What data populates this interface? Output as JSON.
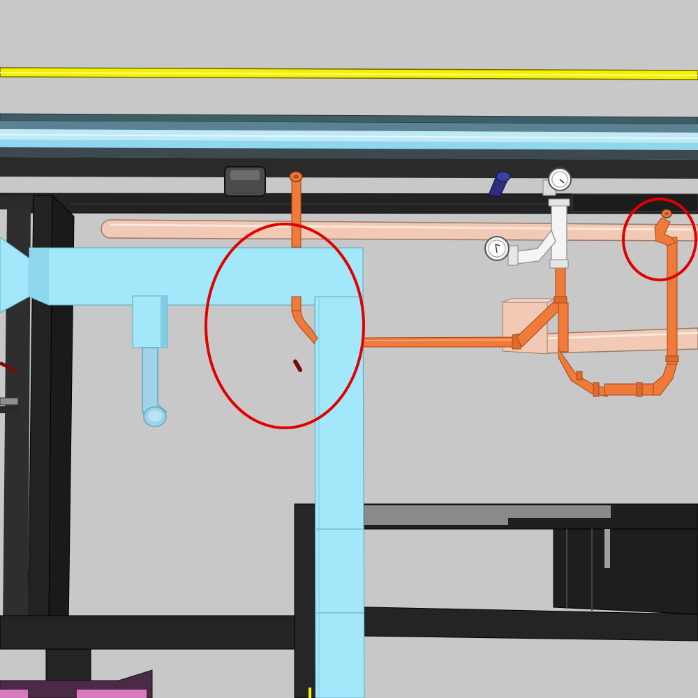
{
  "scene": {
    "kind": "3d-mep-model-viewport",
    "colors": {
      "background": "#c8c8c8",
      "gas_line": "#f5f000",
      "cable_tray_top": "#b8e6f5",
      "cable_tray_edge": "#4f6f7a",
      "structural_beam": "#202020",
      "air_duct": "#a3e7fa",
      "air_duct_shade": "#7fcbe0",
      "flex_duct": "#9fd3ea",
      "orange_pipe": "#f07a3a",
      "orange_pipe_shade": "#b9531f",
      "beige_pipe": "#f1c9b4",
      "white_fitting": "#f4f4f4",
      "navy_pipe": "#2a2f78",
      "red_markup": "#e00000",
      "magenta_equipment": "#d67ac0"
    },
    "markups": [
      {
        "name": "issue-circle-main",
        "shape": "ellipse",
        "color": "#e00000"
      },
      {
        "name": "issue-circle-right",
        "shape": "ellipse",
        "color": "#e00000"
      }
    ],
    "gauges": [
      {
        "name": "gauge-left",
        "icon": "pressure-gauge-icon"
      },
      {
        "name": "gauge-top",
        "icon": "pressure-gauge-icon"
      }
    ]
  }
}
